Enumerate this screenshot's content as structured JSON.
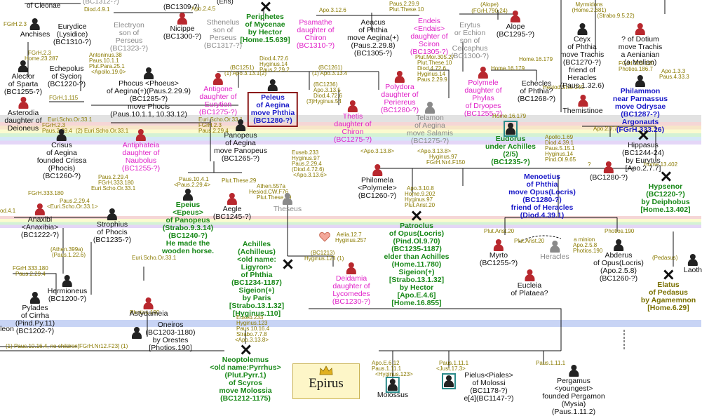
{
  "colors": {
    "grey_band": "#d4d4d4",
    "rainbow_bands": [
      "#f5c8c8",
      "#f5e0b8",
      "#fbfbc0",
      "#c8f0c8",
      "#c8e4f5",
      "#dcc8f5"
    ],
    "blue_band": "#c8d4f5",
    "male": "#222222",
    "female": "#b8282e",
    "reference_text": "#8a7a00",
    "green_text": "#188818",
    "blue_text": "#1a1ac8",
    "magenta_text": "#e020c8",
    "grey_text": "#8a8a8a"
  },
  "top_labels": {
    "cleonae": "of Cleonae",
    "bc1312": "(BC1312-?)",
    "bc1309": "(BC1309-?)",
    "eris": "(Eris)"
  },
  "nodes": {
    "eurydice": [
      "Eurydice",
      "(Lysidice)",
      "(BC1310-?)"
    ],
    "electryon": [
      "Electryon",
      "son of",
      "Perseus",
      "(BC1323-?)"
    ],
    "nicippe": [
      "Nicippe",
      "(BC1300-?)"
    ],
    "sthenelus": [
      "Sthenelus",
      "son of",
      "Perseus",
      "(BC1317-?)"
    ],
    "periphetes": [
      "Periphetes",
      "of Mycenae",
      "by Hector",
      "[Home.15.639]"
    ],
    "psamathe": [
      "Psamathe",
      "daughter of",
      "Chiron",
      "(BC1310-?)"
    ],
    "aeacus": [
      "Aeacus",
      "of Phthia",
      "move Aegina(+)",
      "(Paus.2.29.8)",
      "(BC1305-?)"
    ],
    "endeis": [
      "Endeis",
      "<Endais>",
      "daughter of",
      "Sciron",
      "(BC1305-?)"
    ],
    "erytus": [
      "Erytus",
      "or Echion",
      "son of",
      "Cercaphus",
      "(BC1300-?)"
    ],
    "alope": [
      "Alope",
      "(BC1295-?)"
    ],
    "anchises": [
      "Anchises"
    ],
    "echepolus": [
      "Echepolus",
      "of Sycion",
      "(BC1220-?)"
    ],
    "alector": [
      "Alector",
      "of Sparta",
      "(BC1255-?)"
    ],
    "phocus": [
      "Phocus <Phoeus>",
      "of Aegina(+)(Paus.2.29.9)",
      "(BC1285-?)",
      "move Phocis",
      "(Paus.10.1.1, 10.33.12)"
    ],
    "antigone": [
      "Antigone",
      "daughter of",
      "Eurytion",
      "(BC1275-?)"
    ],
    "peleus": [
      "Peleus",
      "of Aegina",
      "move Phthia",
      "(BC1280-?)"
    ],
    "thetis": [
      "Thetis",
      "daughter of",
      "Chiron",
      "(BC1275-?)"
    ],
    "polydora": [
      "Polydora",
      "daughter of",
      "Periereus",
      "(BC1280-?)"
    ],
    "telamon": [
      "Telamon",
      "of Aegina",
      "move Salamis",
      "(BC1275-?)"
    ],
    "polymele": [
      "Polymele",
      "daughter of",
      "Phylas",
      "of Dryopes",
      "(BC1255-?)"
    ],
    "echecles": [
      "Echecles",
      "of Phthia?",
      "(BC1268-?)"
    ],
    "ceyx": [
      "Ceyx",
      "of Phthia",
      "move Trachis",
      "(BC1270-?)",
      "friend of",
      "Heracles",
      "(Paus.1.32.6)"
    ],
    "dotium": [
      "? of Dotium",
      "move Trachis",
      "a Aenianian",
      "(a Melian)"
    ],
    "philammon": [
      "Philammon",
      "near Parnassus",
      "move Odrysae",
      "(BC1287-?)",
      "Argonauts",
      "(FGrH.333.26)"
    ],
    "themistinoe": [
      "Themistinoe"
    ],
    "asterodia": [
      "Asterodia",
      "daughter of",
      "Deioneus"
    ],
    "crisus": [
      "Crisus",
      "of Aegina",
      "founded Crissa",
      "(Phocis)",
      "(BC1260-?)"
    ],
    "antiphateia": [
      "Antiphateia",
      "daughter of",
      "Naubolus",
      "(BC1255-?)"
    ],
    "panopeus": [
      "Panopeus",
      "of Aegina",
      "move Panopeus",
      "(BC1265-?)"
    ],
    "eudorus": [
      "Eudorus",
      "under Achilles",
      "(2/5)",
      "(BC1235-?)"
    ],
    "hippasus": [
      "Hippasus",
      "(BC1244-24)",
      "by Eurytus",
      "[Apo.2.7.7]"
    ],
    "epeius": [
      "Epeius",
      "<Epeus>",
      "of Panopeus",
      "(Strabo.9.3.14)",
      "(BC1240-?)",
      "He made the",
      "wooden horse."
    ],
    "aegle": [
      "Aegle",
      "(BC1245-?)"
    ],
    "theseus": [
      "Theseus"
    ],
    "philomela": [
      "Philomela",
      "<Polymele>",
      "(BC1260-?)"
    ],
    "menoetius": [
      "Menoetius",
      "of Phthia",
      "move Opus(Locris)",
      "(BC1280-?)",
      "friend of Heracles",
      "(Diod.4.39.1)"
    ],
    "bc1280q": [
      "(BC1280-?)"
    ],
    "hypsenor": [
      "Hypsenor",
      "(BC1220-?)",
      "by Deiphobus",
      "[Home.13.402]"
    ],
    "anaxibi": [
      "Anaxibi",
      "<Anaxibia>",
      "(BC1222-?)"
    ],
    "strophius": [
      "Strophius",
      "of Phocis",
      "(BC1235-?)"
    ],
    "achilles": [
      "Achilles",
      "(Achilleus)",
      "<old name:",
      "Ligyron>",
      "of Phthia",
      "(BC1234-1187)",
      "Sigeion(+)",
      "by Paris",
      "[Strabo.13.1.32]",
      "[Hyginus.110]"
    ],
    "patroclus": [
      "Patroclus",
      "of Opus(Locris)",
      "(Pind.Ol.9.70)",
      "(BC1235-1187)",
      "elder than Achilles",
      "(Home.11.780)",
      "Sigeion(+)",
      "[Strabo.13.1.32]",
      "by Hector",
      "[Apo.E.4.6]",
      "[Home.16.855]"
    ],
    "deidamia": [
      "Deidamia",
      "daughter of",
      "Lycomedes",
      "(BC1230-?)"
    ],
    "myrto": [
      "Myrto",
      "(BC1255-?)"
    ],
    "heracles": [
      "Heracles"
    ],
    "abderus": [
      "Abderus",
      "of Opus(Locris)",
      "(Apo.2.5.8)",
      "(BC1260-?)"
    ],
    "eucleia": [
      "Eucleia",
      "of Plataea?"
    ],
    "elatus": [
      "Elatus",
      "of Pedasus",
      "by Agamemnon",
      "[Home.6.29]"
    ],
    "laoth": [
      "Laoth"
    ],
    "hermioneus": [
      "Hermioneus",
      "(BC1200-?)"
    ],
    "astydameia": [
      "Astydameia"
    ],
    "pylades": [
      "Pylades",
      "of Cirrha",
      "(Pind.Py.11)",
      "(BC1202-?)"
    ],
    "oneiros": [
      "Oneiros",
      "(BC1203-1180)",
      "by Orestes",
      "[Photios.190]"
    ],
    "neoptolemus": [
      "Neoptolemus",
      "<old name:Pyrrhus>",
      "(Plut.Pyrr.1)",
      "of Scyros",
      "move Molossia",
      "(BC1212-1175)"
    ],
    "molossus": [
      "Molossus"
    ],
    "pielus": [
      "Pielus<Piales>",
      "of Molossi",
      "(BC1178-?)",
      "e[4](BC1147-?)"
    ],
    "pergamus": [
      "Pergamus",
      "<youngest>",
      "founded Pergamon",
      "(Mysia)",
      "(Paus.1.11.2)"
    ],
    "eleon": [
      "leon"
    ]
  },
  "refs": {
    "r1": "(BC1312-?)",
    "r2": "Diod.4.9.1",
    "r3": "Apo.2.4.5",
    "r4": "Apo.3.12.6",
    "r5": "Paus.2.29.9",
    "r6": "Plut.These.10",
    "r7": "(Alope)",
    "r8": "(FGrH.790.24)",
    "r9": "Myrmidons",
    "r10": "(Home.2.681)",
    "r11": "(Strabo.9.5.22)",
    "r12": "FGrH.2.3",
    "r13": "FGrH.2.3",
    "r14": "Home.23.287",
    "r15": "Antoninus.38",
    "r16": "Paus.10.1.1",
    "r17": "Plut.Para.25.1",
    "r18": "<Apollo.19.0>",
    "r19": "Plut.Mor.305.27",
    "r20": "Plut.These.10",
    "r21": "Diod.4.72.6",
    "r22": "Hyginus.14",
    "r23": "Paus.2.29.9",
    "r24": "Diod.4.72.6",
    "r25": "Hyginus.14",
    "r26": "Paus.2.29.2",
    "r27": "(BC1251)",
    "r28": "(1) Apo.3.13.1(2)",
    "r29": "(BC1261)",
    "r30": "(1) Apo.3.13.4",
    "r31": "Home.16.179",
    "r32": "Home.16.179",
    "r33": "Hesiod.Shie.349",
    "r34": "FGrH.333.120",
    "r35": "Photios.186.7",
    "r36": "Apo.1.3.3",
    "r37": "Paus.4.33.3",
    "r38": "(BC1236)",
    "r39": "Apo.3.13.5",
    "r40": "Diod.4.72.6",
    "r41": "(3)Hyginus.54",
    "r42": "FGrH.1.115",
    "r43": "Euri.Scho.Or.33.1",
    "r44": "FGrH.2.3",
    "r45": "Paus.2.29.4",
    "r46": "(2) Euri.Scho.Or.33.1",
    "r47": "Euri.Scho.Or.33.1",
    "r48": "FGrH.2.3",
    "r49": "Paus.2.29.4",
    "r50": "Home.16.179",
    "r51": "Apo.2.7.7",
    "r52": "Apollo.1.69",
    "r53": "Diod.4.39.1",
    "r54": "Paus.5.15.1",
    "r55": "Hyginus.14",
    "r56": "Pind.Ol.9.65",
    "r57": "Euseb.233",
    "r58": "Hyginus.97",
    "r59": "Paus.2.29.4",
    "r60": "(Diod.4.72.6)",
    "r61": "<Apo.3.13.6>",
    "r62": "<Apo.3.13.8>",
    "r63": "<Apo.3.13.8>",
    "r64": "Hyginus.97",
    "r65": "FGrH.Nr4.F150",
    "r66": "?",
    "r67": "Home.13.402",
    "r68": "Paus.2.29.4",
    "r69": "FGrH.333.180",
    "r70": "Euri.Scho.Or.33.1",
    "r71": "Paus.10.4.1",
    "r72": "<Paus.2.29.4>",
    "r73": "Plut.These.29",
    "r74": "Athen.557a",
    "r75": "Hesiod.CW.F76",
    "r76": "Plut.These.29",
    "r77": "Apo.3.10.8",
    "r78": "Home.9.202",
    "r79": "Hyginus.97",
    "r80": "Plut.Arist.20",
    "r81": "FGrH.333.180",
    "r82": "Paus.2.29.4",
    "r83": "<Euri.Scho.Or.33.1>",
    "r84": "od.4.1",
    "r85": "Aelia.12.7",
    "r86": "Hyginus.257",
    "r87": "(BC1213)",
    "r88": "Hyginus.123 (1)",
    "r89": "Plut.Arist.20",
    "r90": "Plut.Arist.20",
    "r91": "a minion",
    "r92": "Apo.2.5.8",
    "r93": "Photios.190",
    "r94": "Photios.190",
    "r95": "(Athen.399a)",
    "r96": "(Paus.1.22.6)",
    "r97": "FGrH.333.180",
    "r98": "Paus.2.29.4",
    "r99": "Euri.Scho.Or.33.1",
    "r100": "Photios.190",
    "r101": "(Pedasus)",
    "r102": "Euseb.233",
    "r103": "Hyginus.123",
    "r104": "Paus.10.16.4",
    "r105": "Strabo.7.7.8",
    "r106": "<Apo.3.13.8>",
    "r107": "(1) Paus.10.16.4, no children[FGrH.Nr12.F23] (1)",
    "r108": "Apo.E.6.12",
    "r109": "Paus.1.11.1",
    "r110": "<Hyginus.123>",
    "r111": "Paus.1.11.1",
    "r112": "<Just.17.3>",
    "r113": "Paus.1.11.1"
  },
  "dynasty_label": "Epirus"
}
